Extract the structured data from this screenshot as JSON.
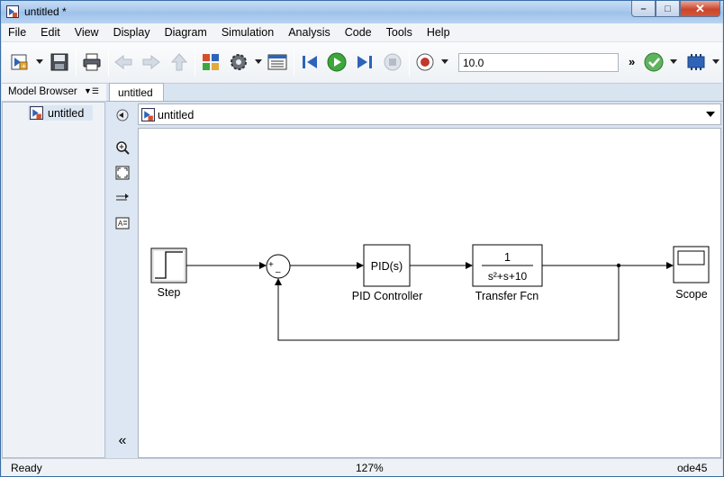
{
  "window": {
    "title": "untitled *",
    "buttons": {
      "minimize": "–",
      "maximize": "□",
      "close": "✕"
    }
  },
  "menu": [
    "File",
    "Edit",
    "View",
    "Display",
    "Diagram",
    "Simulation",
    "Analysis",
    "Code",
    "Tools",
    "Help"
  ],
  "toolbar": {
    "stop_time": "10.0",
    "more_label": "»",
    "icons": [
      "new-model-icon",
      "save-icon",
      "print-icon",
      "back-icon",
      "forward-icon",
      "up-icon",
      "library-browser-icon",
      "model-config-icon",
      "model-explorer-icon",
      "step-back-icon",
      "run-icon",
      "step-forward-icon",
      "stop-icon",
      "record-icon",
      "check-icon",
      "build-icon"
    ]
  },
  "model_browser": {
    "header": "Model Browser",
    "items": [
      {
        "label": "untitled"
      }
    ]
  },
  "tabs": [
    {
      "label": "untitled"
    }
  ],
  "address": {
    "path": "untitled"
  },
  "palette": {
    "collapse_label": "«"
  },
  "diagram": {
    "blocks": {
      "step": {
        "label": "Step"
      },
      "sum": {
        "plus": "+",
        "minus": "–"
      },
      "pid": {
        "label": "PID Controller",
        "text": "PID(s)"
      },
      "tf": {
        "label": "Transfer Fcn",
        "numerator": "1",
        "denominator": "s²+s+10"
      },
      "scope": {
        "label": "Scope"
      }
    }
  },
  "status": {
    "left": "Ready",
    "zoom": "127%",
    "solver": "ode45"
  },
  "colors": {
    "run_green": "#3da63d",
    "record_red": "#c0392b",
    "selection": "#dce6f3"
  }
}
